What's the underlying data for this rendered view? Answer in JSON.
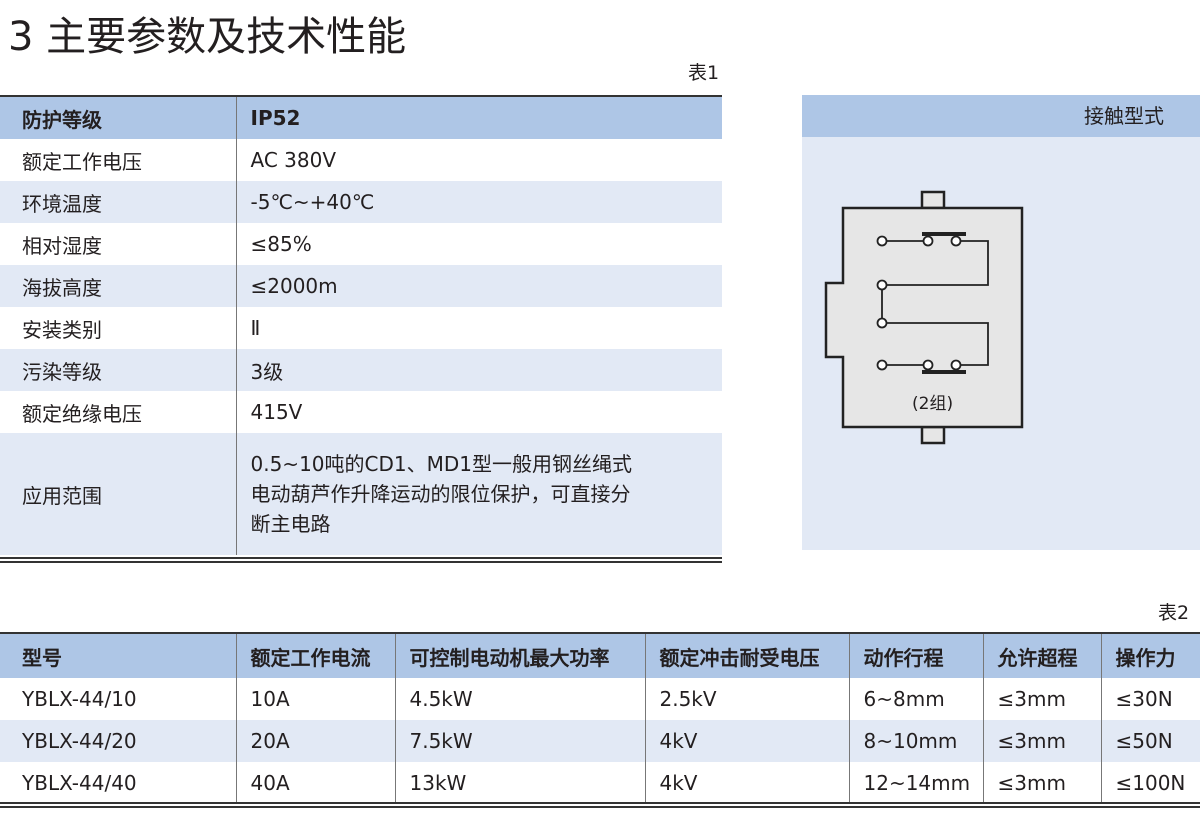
{
  "title": "3 主要参数及技术性能",
  "table1": {
    "caption": "表1",
    "header": [
      "防护等级",
      "IP52"
    ],
    "rows": [
      [
        "额定工作电压",
        "AC 380V"
      ],
      [
        "环境温度",
        "-5℃~+40℃"
      ],
      [
        "相对湿度",
        "≤85%"
      ],
      [
        "海拔高度",
        "≤2000m"
      ],
      [
        "安装类别",
        "Ⅱ"
      ],
      [
        "污染等级",
        "3级"
      ],
      [
        "额定绝缘电压",
        "415V"
      ],
      [
        "应用范围",
        "0.5~10吨的CD1、MD1型一般用钢丝绳式电动葫芦作升降运动的限位保护，可直接分断主电路"
      ]
    ]
  },
  "contact": {
    "header": "接触型式",
    "label": "(2组)"
  },
  "table2": {
    "caption": "表2",
    "header": [
      "型号",
      "额定工作电流",
      "可控制电动机最大功率",
      "额定冲击耐受电压",
      "动作行程",
      "允许超程",
      "操作力"
    ],
    "rows": [
      [
        "YBLX-44/10",
        "10A",
        "4.5kW",
        "2.5kV",
        "6~8mm",
        "≤3mm",
        "≤30N"
      ],
      [
        "YBLX-44/20",
        "20A",
        "7.5kW",
        "4kV",
        "8~10mm",
        "≤3mm",
        "≤50N"
      ],
      [
        "YBLX-44/40",
        "40A",
        "13kW",
        "4kV",
        "12~14mm",
        "≤3mm",
        "≤100N"
      ]
    ]
  }
}
